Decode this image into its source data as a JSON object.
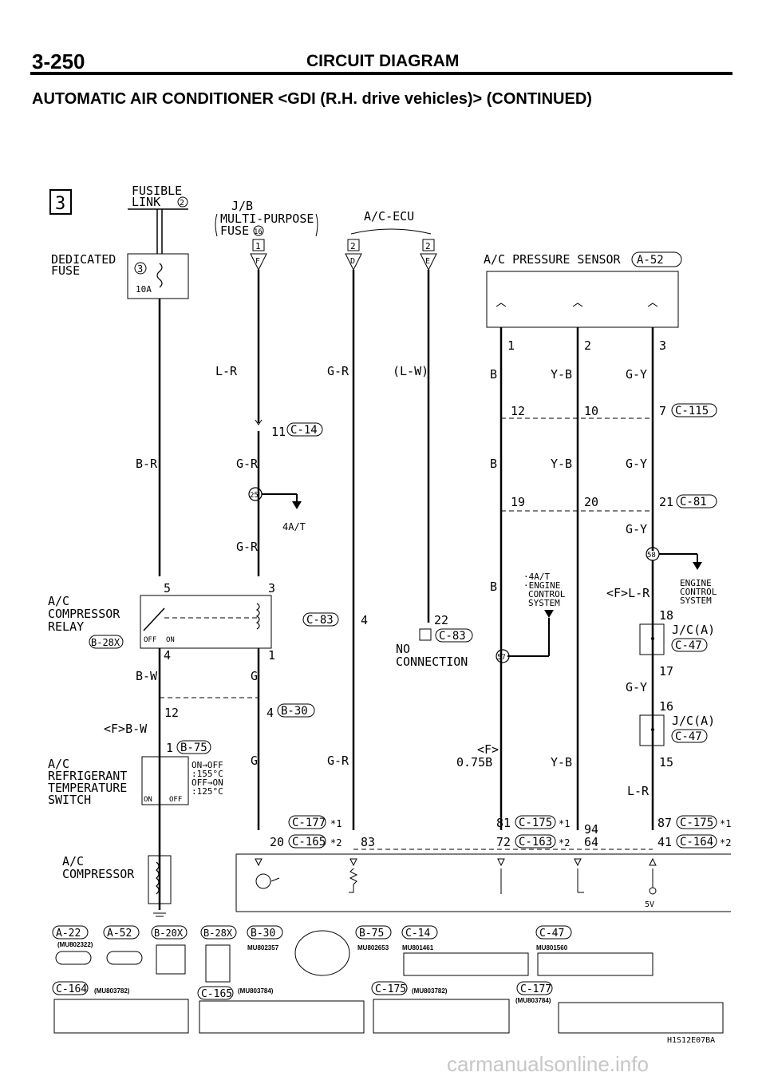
{
  "header": {
    "page_number": "3-250",
    "section": "CIRCUIT DIAGRAM",
    "title": "AUTOMATIC AIR CONDITIONER <GDI (R.H. drive vehicles)> (CONTINUED)"
  },
  "diagram": {
    "section_marker": "3",
    "fusible_link": [
      "FUSIBLE",
      "LINK"
    ],
    "fusible_link_num": "2",
    "dedicated_fuse": [
      "DEDICATED",
      "FUSE"
    ],
    "fuse_num": "3",
    "fuse_amp": "10A",
    "jb_label": "J/B",
    "jb_sub1": "MULTI-PURPOSE",
    "jb_sub2": "FUSE",
    "jb_fuse_num": "16",
    "jb_box": "1",
    "jb_term": "F",
    "ecu_label": "A/C-ECU",
    "ecu_box1": "2",
    "ecu_term1": "D",
    "ecu_box2": "2",
    "ecu_term2": "E",
    "pressure_sensor": "A/C PRESSURE SENSOR",
    "pressure_sensor_conn": "A-52",
    "ps_pins": [
      "1",
      "2",
      "3"
    ],
    "wires": {
      "lr": "L-R",
      "gr": "G-R",
      "lw": "(L-W)",
      "br": "B-R",
      "b": "B",
      "yb": "Y-B",
      "gy": "G-Y",
      "bw": "B-W",
      "g": "G",
      "fbw": "<F>B-W",
      "flr": "<F>L-R",
      "f075b": "<F>",
      "f075b_2": "0.75B",
      "lr2": "L-R"
    },
    "labels": {
      "c14_pin": "11",
      "c14": "C-14",
      "c115_pins": [
        "12",
        "10",
        "7"
      ],
      "c115": "C-115",
      "c81_pins": [
        "19",
        "20",
        "21"
      ],
      "c81": "C-81",
      "junction25": "25",
      "junction58": "58",
      "junction57": "57",
      "at4": "4A/T",
      "gdi_note": [
        "·4A/T",
        "·ENGINE",
        "CONTROL",
        "SYSTEM"
      ],
      "engine_control": [
        "ENGINE",
        "CONTROL",
        "SYSTEM"
      ],
      "relay_pin5": "5",
      "relay_pin3": "3",
      "relay_pin4": "4",
      "relay_pin1": "1",
      "relay_name": [
        "A/C",
        "COMPRESSOR",
        "RELAY"
      ],
      "relay_conn": "B-28X",
      "relay_off": "OFF",
      "relay_on": "ON",
      "c83": "C-83",
      "c83_pin": "4",
      "c83_pin22": "22",
      "c83_box": "C-83",
      "no_conn": [
        "NO",
        "CONNECTION"
      ],
      "jc_pin18": "18",
      "jc_a": "J/C(A)",
      "c47": "C-47",
      "jc_pin17": "17",
      "jc_pin16": "16",
      "jc_pin15": "15",
      "b30_pin12": "12",
      "b30_pin4": "4",
      "b30": "B-30",
      "b75_pin": "1",
      "b75": "B-75",
      "refrig_switch": [
        "A/C",
        "REFRIGERANT",
        "TEMPERATURE",
        "SWITCH"
      ],
      "sw_note": [
        "ON→OFF",
        ":155°C",
        "OFF→ON",
        ":125°C"
      ],
      "sw_on": "ON",
      "sw_off": "OFF",
      "c177": "C-177",
      "c165": "C-165",
      "pin20": "20",
      "pin83": "83",
      "star1": "*1",
      "star2": "*2",
      "c175": "C-175",
      "c163": "C-163",
      "pin81": "81",
      "pin72": "72",
      "pin94": "94",
      "pin64": "64",
      "pin87": "87",
      "pin41": "41",
      "c164": "C-164",
      "compressor": [
        "A/C",
        "COMPRESSOR"
      ],
      "v5": "5V"
    },
    "connectors": {
      "a22": "A-22",
      "a52": "A-52",
      "b20x": "B-20X",
      "b28x": "B-28X",
      "b30": "B-30",
      "b75": "B-75",
      "c14": "C-14",
      "c47": "C-47",
      "c164": "C-164",
      "c165": "C-165",
      "c175": "C-175",
      "c177": "C-177",
      "mu802322": "(MU802322)",
      "mu802357": "MU802357",
      "mu802653": "MU802653",
      "mu801461": "MU801461",
      "mu801560": "MU801560",
      "mu803782": "(MU803782)",
      "mu803784": "(MU803784)",
      "mu803782b": "(MU803782)",
      "mu803784b": "(MU803784)"
    },
    "figure_code": "H1S12E07BA"
  },
  "footer": {
    "watermark": "carmanualsonline.info"
  }
}
